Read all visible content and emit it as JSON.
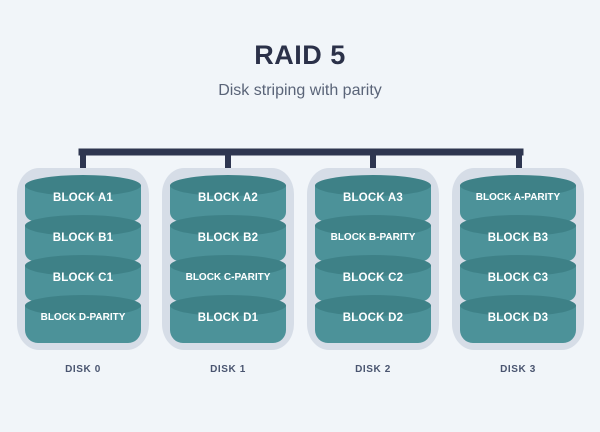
{
  "header": {
    "title": "RAID 5",
    "subtitle": "Disk striping with parity"
  },
  "colors": {
    "background": "#f1f5f9",
    "title": "#2b3149",
    "subtitle": "#5a6478",
    "bus": "#2e3650",
    "shell": "#d6dde7",
    "cylinder_body": "#4c9299",
    "cylinder_top": "#3e8187",
    "block_text": "#ffffff",
    "disk_label": "#4a5570"
  },
  "diagram": {
    "type": "raid-5-layout",
    "bus_label": "controller-bus",
    "disks": [
      {
        "name": "DISK 0",
        "blocks": [
          {
            "label": "BLOCK A1",
            "parity": false
          },
          {
            "label": "BLOCK B1",
            "parity": false
          },
          {
            "label": "BLOCK C1",
            "parity": false
          },
          {
            "label": "BLOCK D-PARITY",
            "parity": true
          }
        ]
      },
      {
        "name": "DISK 1",
        "blocks": [
          {
            "label": "BLOCK A2",
            "parity": false
          },
          {
            "label": "BLOCK B2",
            "parity": false
          },
          {
            "label": "BLOCK C-PARITY",
            "parity": true
          },
          {
            "label": "BLOCK D1",
            "parity": false
          }
        ]
      },
      {
        "name": "DISK 2",
        "blocks": [
          {
            "label": "BLOCK A3",
            "parity": false
          },
          {
            "label": "BLOCK B-PARITY",
            "parity": true
          },
          {
            "label": "BLOCK C2",
            "parity": false
          },
          {
            "label": "BLOCK D2",
            "parity": false
          }
        ]
      },
      {
        "name": "DISK 3",
        "blocks": [
          {
            "label": "BLOCK A-PARITY",
            "parity": true
          },
          {
            "label": "BLOCK B3",
            "parity": false
          },
          {
            "label": "BLOCK C3",
            "parity": false
          },
          {
            "label": "BLOCK D3",
            "parity": false
          }
        ]
      }
    ]
  }
}
